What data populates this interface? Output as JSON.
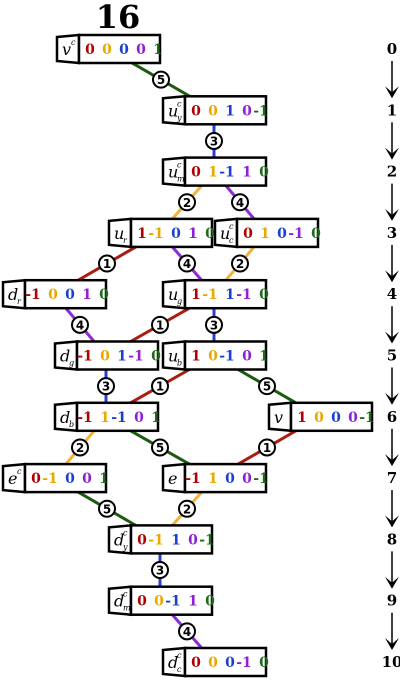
{
  "title": "16",
  "colors": {
    "digits": [
      "#b00000",
      "#e8a800",
      "#1a3fd0",
      "#8e1fd6",
      "#1e6b18"
    ],
    "edges": {
      "1": "#aa1d10",
      "2": "#f2b13a",
      "3": "#2a3fcf",
      "4": "#8e2ad8",
      "5": "#1f5a12"
    }
  },
  "levels": [
    "0",
    "1",
    "2",
    "3",
    "4",
    "5",
    "6",
    "7",
    "8",
    "9",
    "10"
  ],
  "nodes": [
    {
      "id": "vc",
      "label": "v",
      "sup": "c",
      "sub": "",
      "level": 0,
      "col": "top",
      "digits": [
        "0",
        "0",
        "0",
        "0",
        "1"
      ]
    },
    {
      "id": "uyc",
      "label": "u",
      "sup": "c",
      "sub": "y",
      "level": 1,
      "col": "a",
      "digits": [
        "0",
        "0",
        "1",
        "0",
        "-1"
      ]
    },
    {
      "id": "umc",
      "label": "u",
      "sup": "c",
      "sub": "m",
      "level": 2,
      "col": "a",
      "digits": [
        "0",
        "1",
        "-1",
        "1",
        "0"
      ]
    },
    {
      "id": "ur",
      "label": "u",
      "sup": "",
      "sub": "r",
      "level": 3,
      "col": "b",
      "digits": [
        "1",
        "-1",
        "0",
        "1",
        "0"
      ]
    },
    {
      "id": "ucc",
      "label": "u",
      "sup": "c",
      "sub": "c",
      "level": 3,
      "col": "c",
      "digits": [
        "0",
        "1",
        "0",
        "-1",
        "0"
      ]
    },
    {
      "id": "dr",
      "label": "d",
      "sup": "",
      "sub": "r",
      "level": 4,
      "col": "left",
      "digits": [
        "-1",
        "0",
        "0",
        "1",
        "0"
      ]
    },
    {
      "id": "ug",
      "label": "u",
      "sup": "",
      "sub": "g",
      "level": 4,
      "col": "a",
      "digits": [
        "1",
        "-1",
        "1",
        "-1",
        "0"
      ]
    },
    {
      "id": "dg",
      "label": "d",
      "sup": "",
      "sub": "g",
      "level": 5,
      "col": "d",
      "digits": [
        "-1",
        "0",
        "1",
        "-1",
        "0"
      ]
    },
    {
      "id": "ub",
      "label": "u",
      "sup": "",
      "sub": "b",
      "level": 5,
      "col": "a",
      "digits": [
        "1",
        "0",
        "-1",
        "0",
        "1"
      ]
    },
    {
      "id": "db",
      "label": "d",
      "sup": "",
      "sub": "b",
      "level": 6,
      "col": "d",
      "digits": [
        "-1",
        "1",
        "-1",
        "0",
        "1"
      ]
    },
    {
      "id": "v",
      "label": "v",
      "sup": "",
      "sub": "",
      "level": 6,
      "col": "right",
      "digits": [
        "1",
        "0",
        "0",
        "0",
        "-1"
      ]
    },
    {
      "id": "ec",
      "label": "e",
      "sup": "c",
      "sub": "",
      "level": 7,
      "col": "left",
      "digits": [
        "0",
        "-1",
        "0",
        "0",
        "1"
      ]
    },
    {
      "id": "e",
      "label": "e",
      "sup": "",
      "sub": "",
      "level": 7,
      "col": "a",
      "digits": [
        "-1",
        "1",
        "0",
        "0",
        "-1"
      ]
    },
    {
      "id": "dyc",
      "label": "d",
      "sup": "c",
      "sub": "y",
      "level": 8,
      "col": "e",
      "digits": [
        "0",
        "-1",
        "1",
        "0",
        "-1"
      ]
    },
    {
      "id": "dmc",
      "label": "d",
      "sup": "c",
      "sub": "m",
      "level": 9,
      "col": "e",
      "digits": [
        "0",
        "0",
        "-1",
        "1",
        "0"
      ]
    },
    {
      "id": "dcc",
      "label": "d",
      "sup": "c",
      "sub": "c",
      "level": 10,
      "col": "a",
      "digits": [
        "0",
        "0",
        "0",
        "-1",
        "0"
      ]
    }
  ],
  "edges": [
    {
      "from": "vc",
      "to": "uyc",
      "label": "5"
    },
    {
      "from": "uyc",
      "to": "umc",
      "label": "3"
    },
    {
      "from": "umc",
      "to": "ur",
      "label": "2"
    },
    {
      "from": "umc",
      "to": "ucc",
      "label": "4"
    },
    {
      "from": "ur",
      "to": "dr",
      "label": "1"
    },
    {
      "from": "ur",
      "to": "ug",
      "label": "4"
    },
    {
      "from": "ucc",
      "to": "ug",
      "label": "2"
    },
    {
      "from": "dr",
      "to": "dg",
      "label": "4"
    },
    {
      "from": "ug",
      "to": "dg",
      "label": "1"
    },
    {
      "from": "ug",
      "to": "ub",
      "label": "3"
    },
    {
      "from": "dg",
      "to": "db",
      "label": "3"
    },
    {
      "from": "ub",
      "to": "db",
      "label": "1"
    },
    {
      "from": "ub",
      "to": "v",
      "label": "5"
    },
    {
      "from": "db",
      "to": "ec",
      "label": "2"
    },
    {
      "from": "db",
      "to": "e",
      "label": "5"
    },
    {
      "from": "v",
      "to": "e",
      "label": "1"
    },
    {
      "from": "ec",
      "to": "dyc",
      "label": "5"
    },
    {
      "from": "e",
      "to": "dyc",
      "label": "2"
    },
    {
      "from": "dyc",
      "to": "dmc",
      "label": "3"
    },
    {
      "from": "dmc",
      "to": "dcc",
      "label": "4"
    }
  ]
}
